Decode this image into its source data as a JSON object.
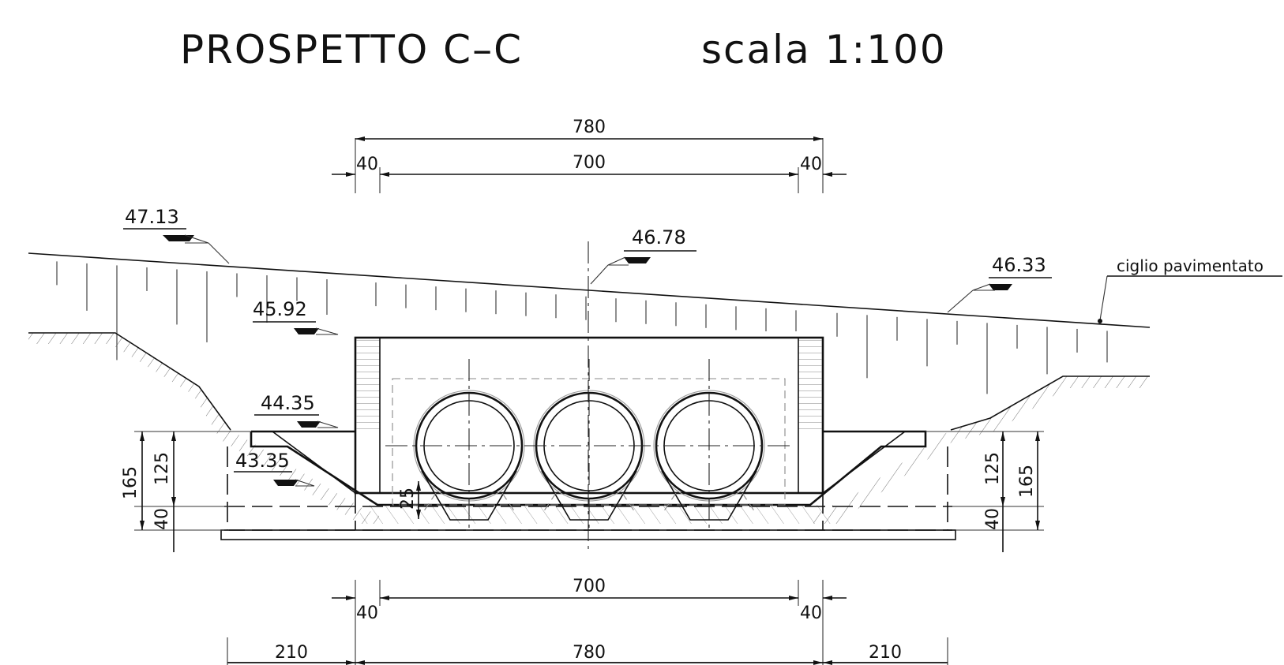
{
  "title": {
    "name": "PROSPETTO C–C",
    "scale": "scala 1:100"
  },
  "dimensions": {
    "top_overall": "780",
    "top_wall_left": "40",
    "top_inner": "700",
    "top_wall_right": "40",
    "bottom_inner": "700",
    "bottom_wall_left": "40",
    "bottom_wall_right": "40",
    "bottom_left_wing": "210",
    "bottom_overall": "780",
    "bottom_right_wing": "210",
    "left_total": "165",
    "left_upper": "125",
    "left_lower": "40",
    "right_upper": "125",
    "right_total": "165",
    "right_lower": "40",
    "slab_step": "25"
  },
  "levels": [
    {
      "id": "lvl-4713",
      "value": "47.13"
    },
    {
      "id": "lvl-4678",
      "value": "46.78"
    },
    {
      "id": "lvl-4633",
      "value": "46.33"
    },
    {
      "id": "lvl-4592",
      "value": "45.92"
    },
    {
      "id": "lvl-4435",
      "value": "44.35"
    },
    {
      "id": "lvl-4335",
      "value": "43.35"
    }
  ],
  "annotations": {
    "road_edge": "ciglio pavimentato"
  },
  "culvert": {
    "pipe_count": 3
  }
}
